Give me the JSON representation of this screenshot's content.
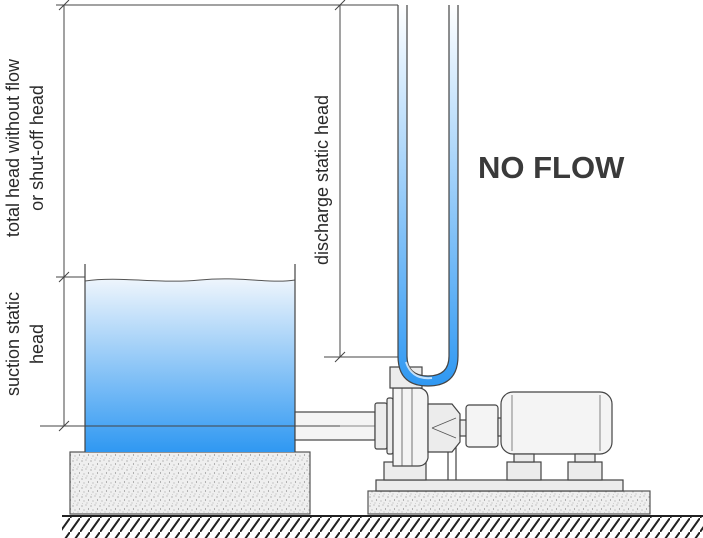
{
  "title": "NO FLOW",
  "labels": {
    "total_head_line1": "total head without flow",
    "total_head_line2": "or shut-off head",
    "suction_line1": "suction static",
    "suction_line2": "head",
    "discharge": "discharge static head"
  },
  "colors": {
    "water_top": "#e8f2fb",
    "water_bottom": "#2f98f2",
    "outline": "#444444",
    "concrete": "#eeeeee"
  }
}
